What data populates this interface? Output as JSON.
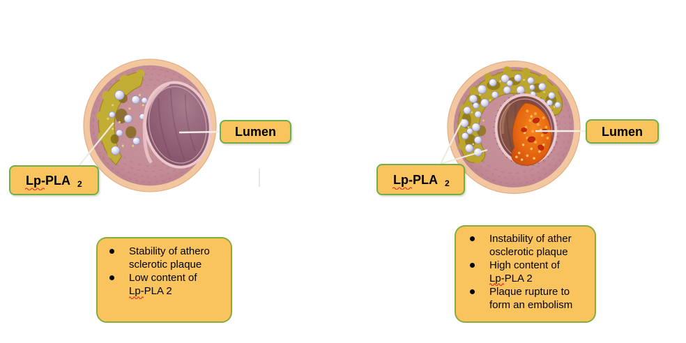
{
  "palette": {
    "box_fill": "#F9C45E",
    "label_border_green": "#6FAE4B",
    "callout_border_green": "#86AC3F",
    "leader_line": "#F3EFE6",
    "spellcheck_red": "#E03A2B",
    "artery_wall_pink": "#C38C96",
    "artery_outer_peach": "#F2C7A0",
    "lumen_mauve": "#8A5C6F",
    "plaque_yellow": "#C2AE34",
    "foam_cell_lavender": "#DCD9EF",
    "thrombus_orange": "#E8670F"
  },
  "left_figure": {
    "lumen_label": "Lumen",
    "lp_label": {
      "text": "Lp-PLA",
      "sub": "2"
    },
    "callout": {
      "bullets": [
        "Stability of athero\nsclerotic plaque",
        "Low content of\nLp-PLA 2"
      ]
    }
  },
  "right_figure": {
    "lumen_label": "Lumen",
    "lp_label": {
      "text": "Lp-PLA",
      "sub": "2"
    },
    "callout": {
      "bullets": [
        "Instability of ather\nosclerotic plaque",
        "High content of\nLp-PLA 2",
        "Plaque rupture to\nform an embolism"
      ]
    }
  }
}
